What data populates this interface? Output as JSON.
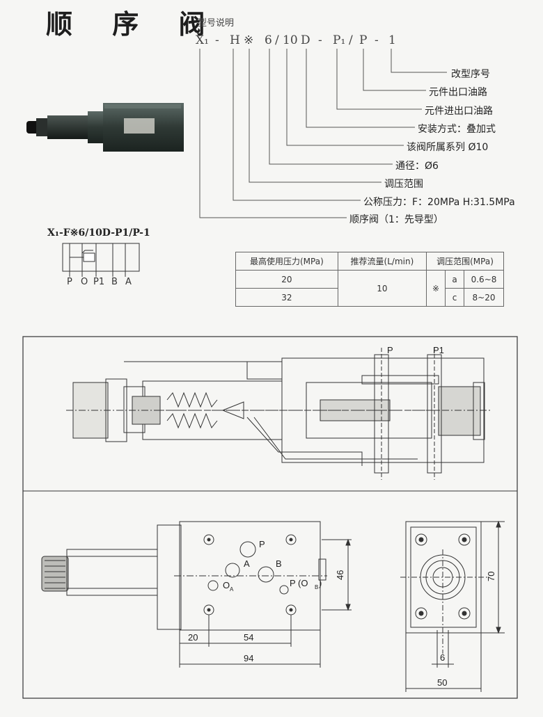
{
  "title": "顺 序 阀",
  "model": {
    "heading": "型号说明",
    "code": [
      "X₁",
      "-",
      "H",
      "※",
      "6",
      "/",
      "10",
      "D",
      "-",
      "P₁",
      "/",
      "P",
      "-",
      "1"
    ],
    "descriptions": [
      "改型序号",
      "元件出口油路",
      "元件进出口油路",
      "安装方式：叠加式",
      "该阀所属系列 Ø10",
      "通径：Ø6",
      "调压范围",
      "公称压力：F：20MPa   H:31.5MPa",
      "顺序阀（1：先导型）"
    ]
  },
  "symbol": {
    "title": "X₁-F※6/10D-P1/P-1",
    "ports": [
      "P",
      "O",
      "P1",
      "B",
      "A"
    ]
  },
  "spec_table": {
    "headers": [
      "最高使用压力(MPa)",
      "推荐流量(L/min)",
      "调压范围(MPa)"
    ],
    "rows": [
      {
        "pressure": "20",
        "flow": "10",
        "mark": "※",
        "code": "a",
        "range": "0.6~8"
      },
      {
        "pressure": "32",
        "flow": "10",
        "mark": "※",
        "code": "c",
        "range": "8~20"
      }
    ]
  },
  "section_labels": {
    "p": "P",
    "p1": "P1"
  },
  "front_view": {
    "labels": {
      "p": "P",
      "a": "A",
      "b": "B",
      "oa_main": "O",
      "oa_sub": "A",
      "p_ob": "P (O",
      "ob_sub": "B",
      "ob_close": ")"
    },
    "dims": {
      "d20": "20",
      "d54": "54",
      "d94": "94",
      "d46": "46"
    }
  },
  "side_view": {
    "dims": {
      "d70": "70",
      "d6": "6",
      "d50": "50"
    }
  }
}
